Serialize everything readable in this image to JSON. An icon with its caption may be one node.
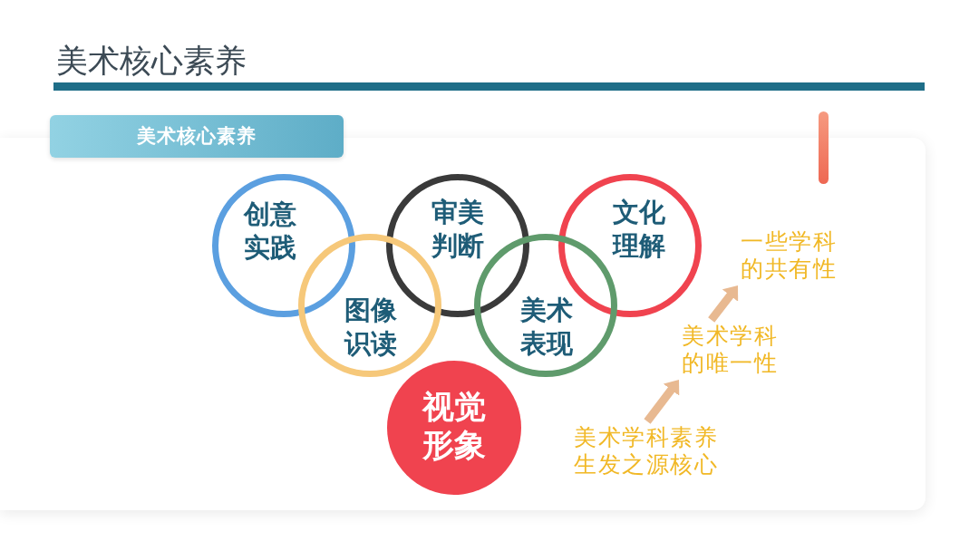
{
  "diagram": {
    "title": "美术核心素养",
    "nodes": [
      {
        "text": [
          "美术核心素养"
        ]
      },
      {
        "text": [
          "创意实践"
        ]
      },
      {
        "text": [
          "审美判断"
        ]
      },
      {
        "text": [
          "文化理解"
        ]
      },
      {
        "text": [
          "图像识读"
        ]
      },
      {
        "text": [
          "美术表现"
        ]
      },
      {
        "text": [
          "视觉形象"
        ]
      },
      {
        "text": [
          "美术学科素养生发之源核心"
        ]
      },
      {
        "text": [
          "美术学科的唯一性"
        ]
      },
      {
        "text": [
          "一些学科的共有性"
        ]
      }
    ],
    "edges": [
      {
        "from": 7,
        "to": 8,
        "arrow": "to"
      },
      {
        "from": 8,
        "to": 9,
        "arrow": "to"
      }
    ]
  }
}
